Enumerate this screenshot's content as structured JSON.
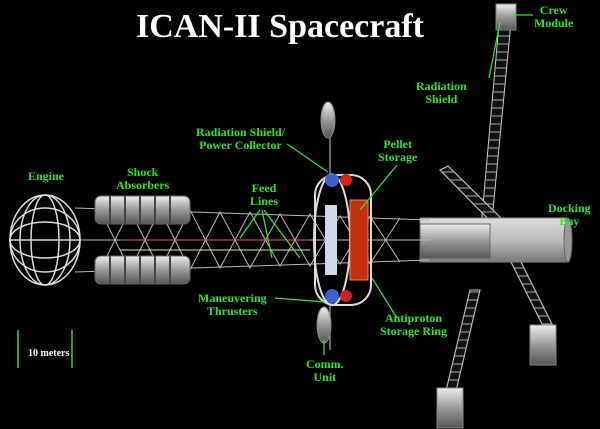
{
  "title": "ICAN-II Spacecraft",
  "labels": {
    "crew_module": [
      "Crew",
      "Module"
    ],
    "radiation_shield": [
      "Radiation",
      "Shield"
    ],
    "radiation_shield_power_collector": [
      "Radiation Shield/",
      "Power Collector"
    ],
    "pellet_storage": [
      "Pellet",
      "Storage"
    ],
    "engine": [
      "Engine"
    ],
    "shock_absorbers": [
      "Shock",
      "Absorbers"
    ],
    "feed_lines": [
      "Feed",
      "Lines"
    ],
    "docking_bay": [
      "Docking",
      "Bay"
    ],
    "maneuvering_thrusters": [
      "Maneuvering",
      "Thrusters"
    ],
    "antiproton_storage_ring": [
      "Antiproton",
      "Storage Ring"
    ],
    "comm_unit": [
      "Comm.",
      "Unit"
    ]
  },
  "scale_bar": {
    "label": "10 meters"
  },
  "colors": {
    "label": "#33e033",
    "background": "#000000",
    "title": "#ffffff",
    "leader": "#33e033"
  }
}
